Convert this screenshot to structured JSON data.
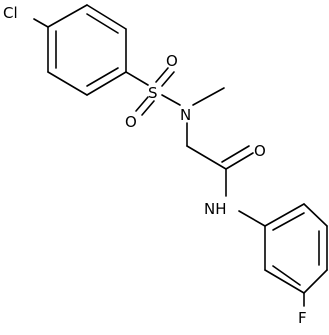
{
  "molecule": {
    "atoms": {
      "chlorine": "Cl",
      "sulfur": "S",
      "oxygen_upper": "O",
      "oxygen_lower": "O",
      "nitrogen_sulfonamide": "N",
      "oxygen_carbonyl": "O",
      "amide_nh": "NH",
      "fluorine": "F"
    }
  },
  "colors": {
    "background": "#ffffff",
    "bonds": "#000000",
    "labels": "#000000"
  }
}
